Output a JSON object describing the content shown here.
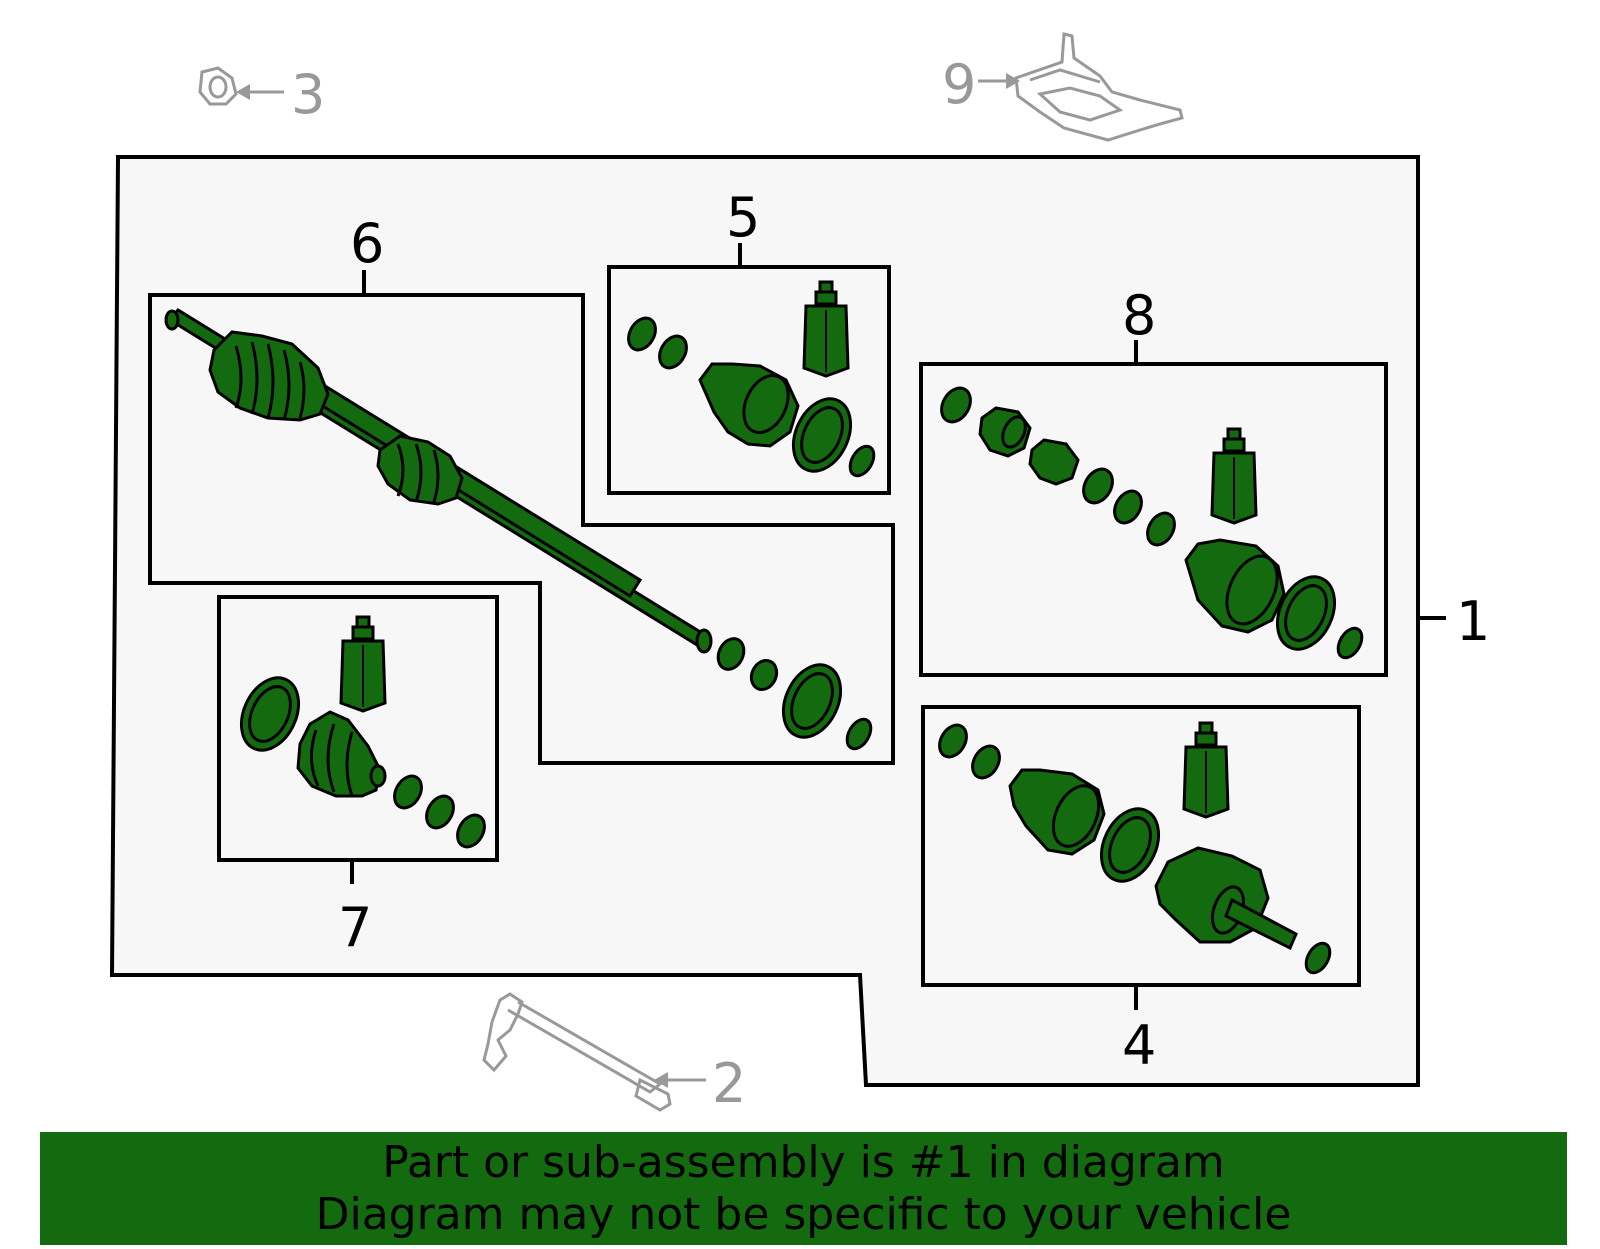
{
  "colors": {
    "part_fill": "#146b0f",
    "part_stroke": "#000000",
    "panel_fill": "#f7f7f7",
    "context_gray": "#999999",
    "banner_bg": "#146b0f"
  },
  "callouts": {
    "c1": "1",
    "c2": "2",
    "c3": "3",
    "c4": "4",
    "c5": "5",
    "c6": "6",
    "c7": "7",
    "c8": "8",
    "c9": "9"
  },
  "footer": {
    "line1": "Part or sub-assembly is #1 in diagram",
    "line2": "Diagram may not be specific to your vehicle"
  }
}
